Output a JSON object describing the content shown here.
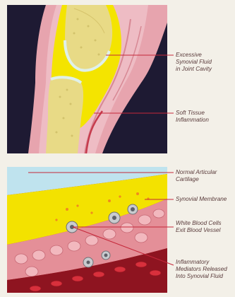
{
  "labels": {
    "excessive_fluid": "Excessive\nSynovial Fluid\nin Joint Cavity",
    "soft_tissue": "Soft Tissue\nInflammation",
    "articular_cartilage": "Normal Articular\nCartilage",
    "synovial_membrane": "Synovial Membrane",
    "white_blood_cells": "White Blood Cells\nExit Blood Vessel",
    "inflammatory_mediators": "Inflammatory\nMediators Released\nInto Synovial Fluid"
  },
  "colors": {
    "callout_line": "#c5283a",
    "label_text": "#5a3b3b",
    "bone": "#e9dd84",
    "synovial_fluid": "#f2e300",
    "soft_tissue": "#e8a0a8"
  }
}
